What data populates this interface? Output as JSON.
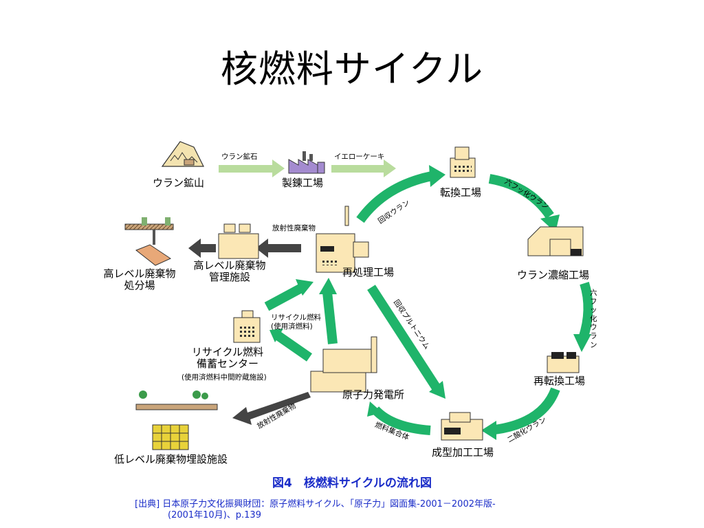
{
  "title": "核燃料サイクル",
  "nodes": {
    "uranium_mine": "ウラン鉱山",
    "refinery": "製錬工場",
    "conversion": "転換工場",
    "enrichment": "ウラン濃縮工場",
    "reconversion": "再転換工場",
    "fabrication": "成型加工工場",
    "power_plant": "原子力発電所",
    "reprocessing": "再処理工場",
    "hlw_facility_line1": "高レベル廃棄物",
    "hlw_facility_line2": "管理施設",
    "hlw_disposal_line1": "高レベル廃棄物",
    "hlw_disposal_line2": "処分場",
    "recycle_center_line1": "リサイクル燃料",
    "recycle_center_line2": "備蓄センター",
    "recycle_center_note": "(使用済燃料中間貯蔵施設)",
    "llw_disposal": "低レベル廃棄物埋設施設"
  },
  "flows": {
    "uranium_ore": "ウラン鉱石",
    "yellowcake": "イエローケーキ",
    "uf6_1": "六フッ化ウラン",
    "uf6_2": "六フッ化ウラン",
    "uo2": "二酸化ウラン",
    "fuel_assembly": "燃料集合体",
    "recovered_plutonium": "回収プルトニウム",
    "recovered_uranium": "回収ウラン",
    "radioactive_waste_1": "放射性廃棄物",
    "radioactive_waste_2": "放射性廃棄物",
    "recycle_fuel_line1": "リサイクル燃料",
    "recycle_fuel_line2": "(使用済燃料)"
  },
  "caption": "図4　核燃料サイクルの流れ図",
  "source_line1": "[出典] 日本原子力文化振興財団：原子燃料サイクル、「原子力」図面集-2001－2002年版-",
  "source_line2": "(2001年10月)、p.139",
  "colors": {
    "main_arrow": "#1fb46a",
    "light_arrow": "#b9dc9d",
    "dark_arrow": "#444444",
    "building": "#fbe7b5",
    "caption": "#1a2cc8"
  }
}
